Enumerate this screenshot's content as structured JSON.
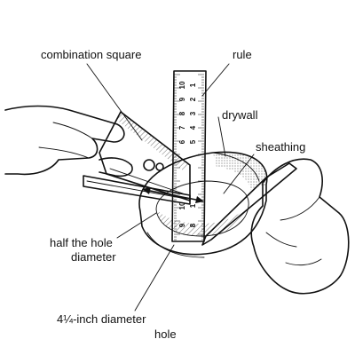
{
  "labels": {
    "combination_square": "combination square",
    "rule": "rule",
    "drywall": "drywall",
    "sheathing": "sheathing",
    "half_hole_1": "half the hole",
    "half_hole_2": "diameter",
    "hole_1": "4¼-inch diameter",
    "hole_2": "hole"
  },
  "rule_ticks_upper": [
    "10",
    "1",
    "9",
    "2",
    "8",
    "3",
    "7",
    "4",
    "6",
    "5"
  ],
  "rule_ticks_lower": [
    "10",
    "1",
    "9",
    "8"
  ],
  "colors": {
    "ink": "#111111",
    "background": "#ffffff"
  }
}
